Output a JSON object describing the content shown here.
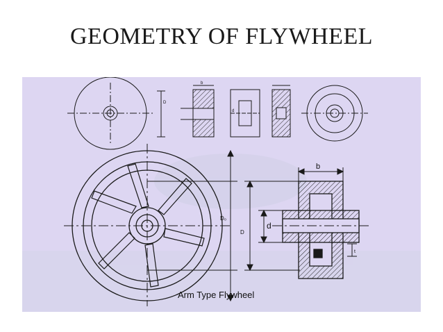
{
  "slide": {
    "title": "GEOMETRY OF FLYWHEEL"
  },
  "figure": {
    "caption": "Arm Type Flywheel",
    "labels": {
      "b": "b",
      "d": "d",
      "D": "D",
      "Do": "D₀",
      "t": "t",
      "small_b": "b",
      "small_D": "D",
      "small_d": "d"
    },
    "colors": {
      "panel": "#ddd6f2",
      "line": "#1a1a1a"
    }
  }
}
